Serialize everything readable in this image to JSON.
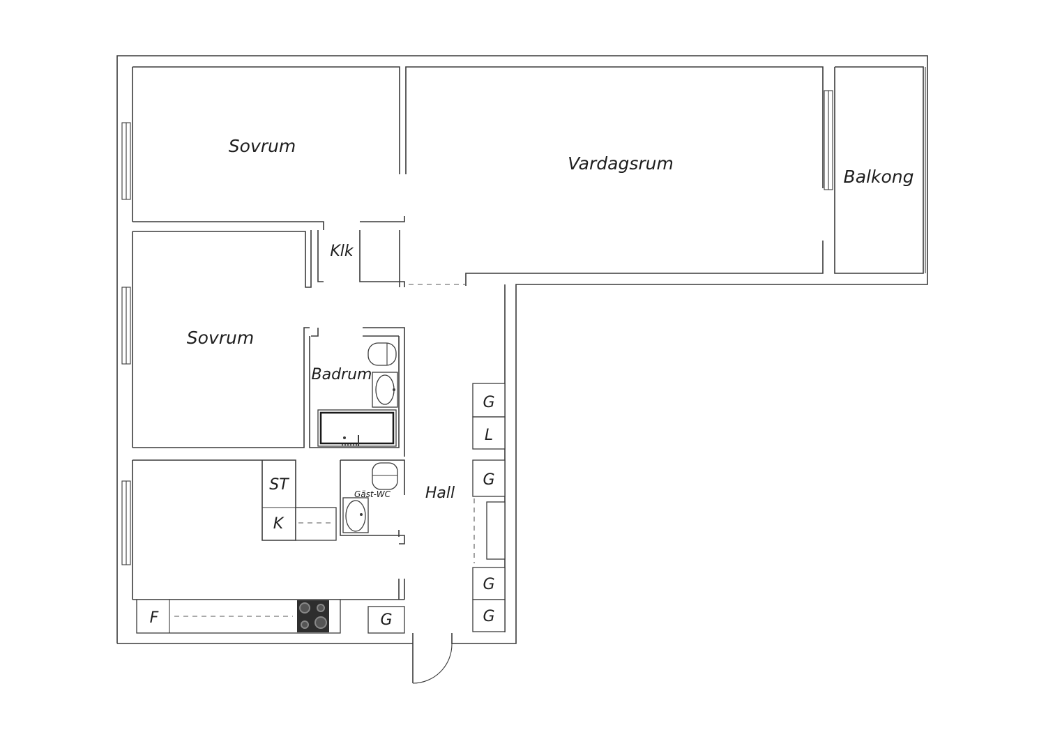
{
  "rooms": {
    "sovrum_top": "Sovrum",
    "vardagsrum": "Vardagsrum",
    "balkong": "Balkong",
    "klk": "Klk",
    "sovrum_bottom": "Sovrum",
    "badrum": "Badrum",
    "hall": "Hall",
    "gast_wc": "Gäst-WC"
  },
  "storage": {
    "g1": "G",
    "l": "L",
    "g2": "G",
    "g3": "G",
    "g4": "G",
    "g_entry": "G",
    "st": "ST",
    "k": "K",
    "f": "F"
  }
}
